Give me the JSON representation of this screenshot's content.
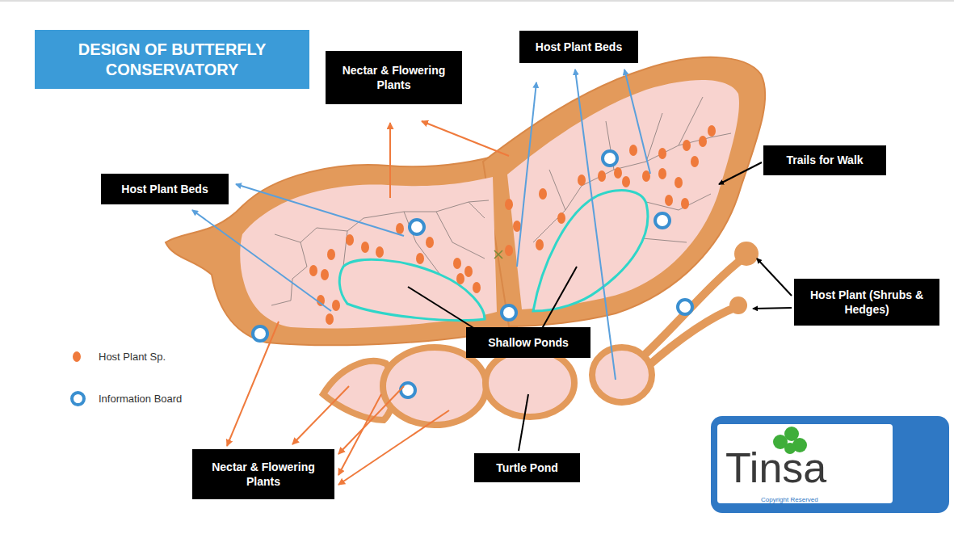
{
  "diagram": {
    "title": "DESIGN OF BUTTERFLY CONSERVATORY",
    "nodes": [
      {
        "text": [
          "Nectar & Flowering Plants"
        ]
      },
      {
        "text": [
          "Host Plant Beds"
        ]
      },
      {
        "text": [
          "Host Plant Beds"
        ]
      },
      {
        "text": [
          "Trails for Walk"
        ]
      },
      {
        "text": [
          "Host Plant (Shrubs & Hedges)"
        ]
      },
      {
        "text": [
          "Shallow Ponds"
        ]
      },
      {
        "text": [
          "Turtle Pond"
        ]
      },
      {
        "text": [
          "Nectar & Flowering Plants"
        ]
      },
      {
        "text": [
          "Tinsa",
          "Copyright Reserved"
        ]
      }
    ],
    "legend": [
      {
        "text": "Host Plant Sp.",
        "color": "#ef7a3c"
      },
      {
        "text": "Information Board"
      }
    ]
  }
}
